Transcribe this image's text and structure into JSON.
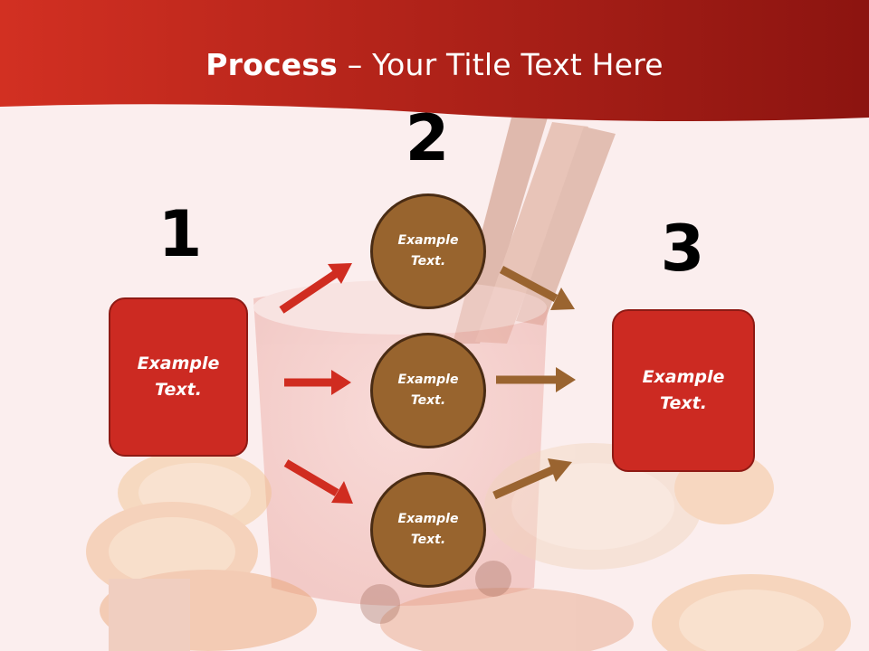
{
  "title": {
    "bold": "Process",
    "rest": " – Your Title Text Here"
  },
  "steps": {
    "step1": {
      "number": "1",
      "text": "Example Text."
    },
    "step2": {
      "number": "2",
      "items": [
        "Example Text.",
        "Example Text.",
        "Example Text."
      ]
    },
    "step3": {
      "number": "3",
      "text": "Example Text."
    }
  },
  "colors": {
    "header": "#c8281e",
    "box": "#cc2a22",
    "circle": "#98642e",
    "arrow_red": "#d02c20",
    "arrow_brown": "#9a6430"
  }
}
